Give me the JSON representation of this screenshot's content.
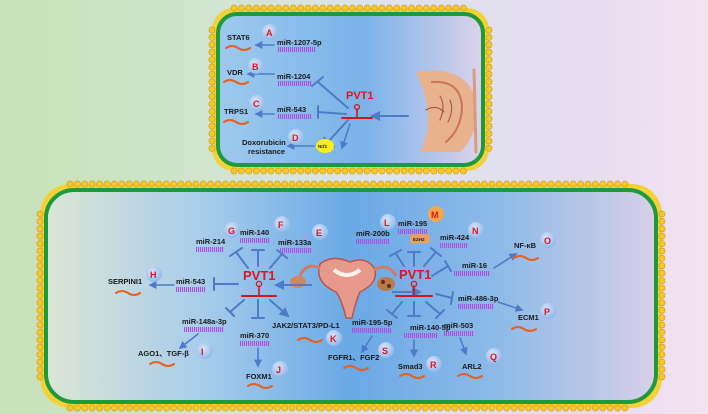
{
  "top_panel": {
    "lncrna": "PVT1",
    "targets": [
      {
        "badge": "A",
        "gene": "STAT6",
        "mirna": "miR-1207-5p"
      },
      {
        "badge": "B",
        "gene": "VDR",
        "mirna": "miR-1204"
      },
      {
        "badge": "C",
        "gene": "TRPS1",
        "mirna": "miR-543"
      }
    ],
    "resistance": {
      "badge": "D",
      "line1": "Doxorubicin",
      "line2": "resistance",
      "factor": "Nrf2"
    }
  },
  "bottom_panel": {
    "left": {
      "lncrna": "PVT1",
      "items": [
        {
          "badge": "G",
          "mirna": "miR-214"
        },
        {
          "badge": "F",
          "mirna": "miR-140"
        },
        {
          "badge": "E",
          "mirna": "miR-133a"
        },
        {
          "badge": "H",
          "mirna": "miR-543",
          "gene": "SERPINI1"
        },
        {
          "badge": "I",
          "mirna": "miR-148a-3p",
          "gene": "AGO1、TGF-β"
        },
        {
          "badge": "J",
          "mirna": "miR-370",
          "gene": "FOXM1"
        },
        {
          "badge": "K",
          "gene": "JAK2/STAT3/PD-L1"
        }
      ]
    },
    "right": {
      "lncrna": "PVT1",
      "items": [
        {
          "badge": "L",
          "mirna": "miR-200b"
        },
        {
          "badge": "M",
          "mirna": "miR-195",
          "factor": "EZH2"
        },
        {
          "badge": "N",
          "mirna": "miR-424"
        },
        {
          "badge": "O",
          "mirna": "miR-16",
          "gene": "NF-κB"
        },
        {
          "badge": "P",
          "mirna": "miR-486-3p",
          "gene": "ECM1"
        },
        {
          "badge": "Q",
          "mirna": "miR-503",
          "gene": "ARL2"
        },
        {
          "badge": "R",
          "mirna": "miR-140-5p",
          "gene": "Smad3"
        },
        {
          "badge": "S",
          "mirna": "miR-195-5p",
          "gene": "FGFR1、FGF2"
        }
      ]
    }
  }
}
